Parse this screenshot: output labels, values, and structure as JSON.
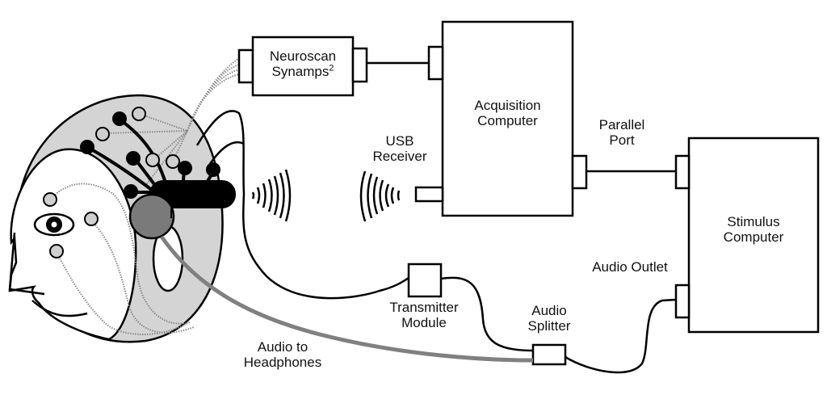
{
  "diagram": {
    "title": "EEG recording setup",
    "colors": {
      "line": "#000000",
      "scalp_fill": "#d4d4d4",
      "active_electrode": "#000000",
      "passive_electrode": "#cfcfcf",
      "headphone_ear": "#7a7a7a",
      "audio_cable": "#808080",
      "dotted_wire": "#8a8a8a",
      "background": "#ffffff"
    },
    "nodes": {
      "neuroscan": {
        "line1": "Neuroscan",
        "line2": "Synamps",
        "superscript": "2"
      },
      "acquisition": {
        "line1": "Acquisition",
        "line2": "Computer"
      },
      "stimulus": {
        "line1": "Stimulus",
        "line2": "Computer"
      },
      "transmitter": {
        "line1": "Transmitter",
        "line2": "Module"
      },
      "splitter": {
        "line1": "Audio",
        "line2": "Splitter"
      }
    },
    "labels": {
      "usb_receiver": {
        "line1": "USB",
        "line2": "Receiver"
      },
      "parallel_port": {
        "line1": "Parallel",
        "line2": "Port"
      },
      "audio_outlet": "Audio Outlet",
      "audio_headphones": {
        "line1": "Audio to",
        "line2": "Headphones"
      }
    },
    "connections": [
      {
        "from": "head electrodes",
        "to": "Neuroscan Synamps2",
        "style": "dotted"
      },
      {
        "from": "Neuroscan Synamps2",
        "to": "Acquisition Computer",
        "style": "solid"
      },
      {
        "from": "wireless headset",
        "to": "USB Receiver",
        "style": "wireless"
      },
      {
        "from": "Acquisition Computer",
        "to": "Stimulus Computer",
        "via": "Parallel Port",
        "style": "solid"
      },
      {
        "from": "Stimulus Computer",
        "to": "Audio Splitter",
        "via": "Audio Outlet",
        "style": "solid"
      },
      {
        "from": "Audio Splitter",
        "to": "Transmitter Module",
        "style": "solid"
      },
      {
        "from": "Transmitter Module",
        "to": "wireless headset",
        "style": "solid"
      },
      {
        "from": "Audio Splitter",
        "to": "headphones",
        "style": "gray-thick"
      }
    ]
  }
}
